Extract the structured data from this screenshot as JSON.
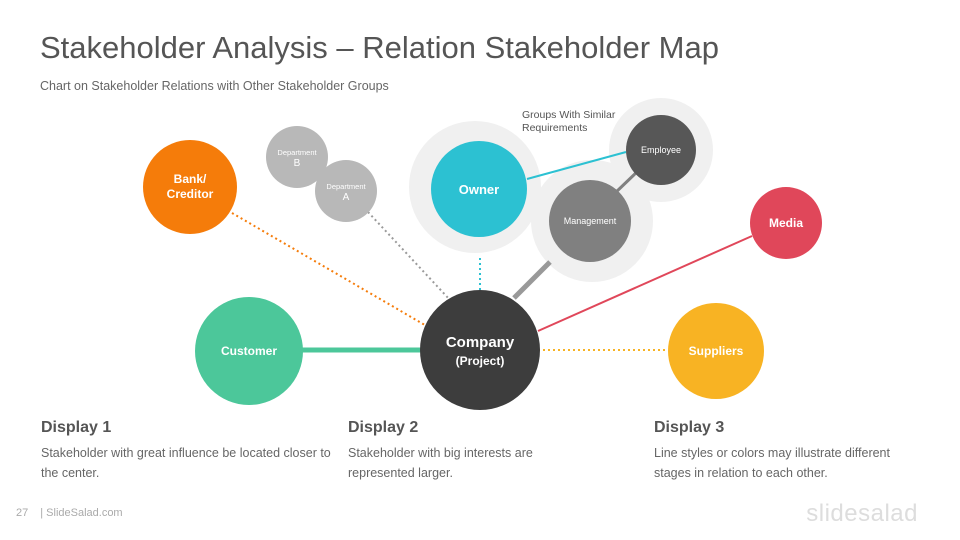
{
  "header": {
    "title": "Stakeholder Analysis – Relation Stakeholder Map",
    "subtitle": "Chart on Stakeholder Relations with Other Stakeholder Groups"
  },
  "diagram": {
    "group_note": [
      "Groups With Similar",
      "Requirements"
    ],
    "nodes": {
      "company": [
        "Company",
        "(Project)"
      ],
      "customer": "Customer",
      "suppliers": "Suppliers",
      "bank": [
        "Bank/",
        "Creditor"
      ],
      "dept_b": [
        "Department",
        "B"
      ],
      "dept_a": [
        "Department",
        "A"
      ],
      "owner": "Owner",
      "management": "Management",
      "employee": "Employee",
      "media": "Media"
    },
    "colors": {
      "company": "#3d3d3d",
      "customer": "#4cc79a",
      "suppliers": "#f8b323",
      "bank": "#f57c0a",
      "department": "#b8b8b8",
      "owner": "#2cc1d2",
      "management": "#808080",
      "employee": "#575757",
      "media": "#e0475a",
      "halo": "#f0f0f0"
    }
  },
  "displays": [
    {
      "heading": "Display 1",
      "text": "Stakeholder with great influence be located closer to the center."
    },
    {
      "heading": "Display 2",
      "text": "Stakeholder with big interests are represented larger."
    },
    {
      "heading": "Display 3",
      "text": "Line styles or colors may illustrate different stages in relation to each other."
    }
  ],
  "footer": {
    "page_number": "27",
    "site": "| SlideSalad.com",
    "brand": "slidesalad"
  }
}
